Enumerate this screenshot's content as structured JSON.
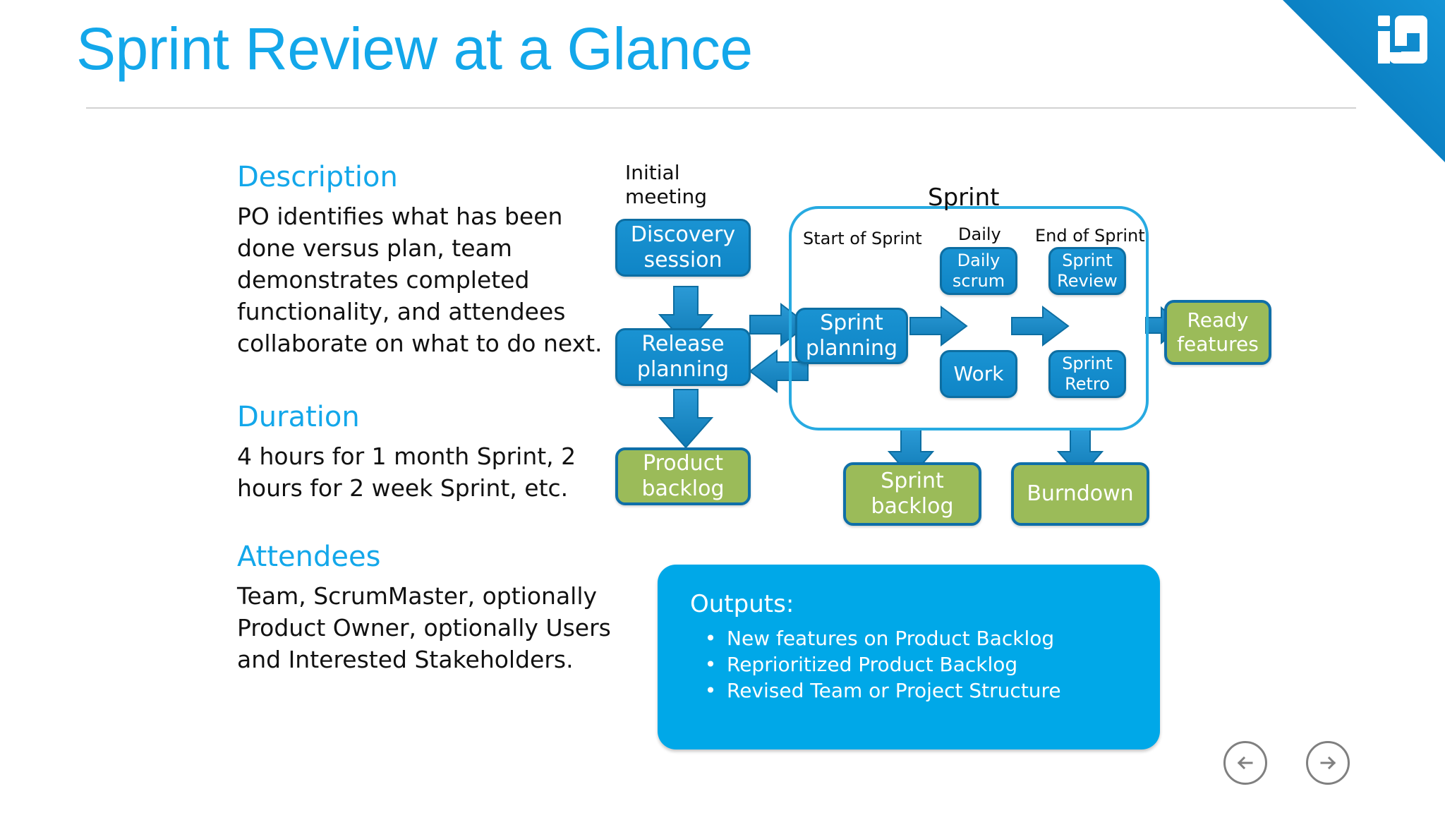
{
  "slide": {
    "title": "Sprint Review at a Glance",
    "accent_color": "#13a7ea",
    "logo_icon": "id-brand-logo-icon"
  },
  "left_column": {
    "sections": [
      {
        "heading": "Description",
        "body": "PO identifies what has been done versus plan, team demonstrates completed functionality, and attendees collaborate on what to do next."
      },
      {
        "heading": "Duration",
        "body": "4 hours for 1 month Sprint, 2 hours for 2 week Sprint, etc."
      },
      {
        "heading": "Attendees",
        "body": "Team, ScrumMaster, optionally Product Owner, optionally Users and Interested Stakeholders."
      }
    ]
  },
  "diagram": {
    "labels": {
      "initial_meeting": "Initial\nmeeting",
      "sprint": "Sprint",
      "start_of_sprint": "Start of Sprint",
      "daily": "Daily",
      "end_of_sprint": "End of Sprint"
    },
    "nodes": {
      "discovery_session": "Discovery\nsession",
      "release_planning": "Release\nplanning",
      "product_backlog": "Product\nbacklog",
      "sprint_planning": "Sprint\nplanning",
      "daily_scrum": "Daily\nscrum",
      "work": "Work",
      "sprint_review": "Sprint\nReview",
      "sprint_retro": "Sprint\nRetro",
      "ready_features": "Ready\nfeatures",
      "sprint_backlog": "Sprint\nbacklog",
      "burndown": "Burndown"
    },
    "colors": {
      "blue_node": "#1189ca",
      "blue_node_border": "#0d6ea2",
      "green_node": "#9bbb59",
      "green_node_border": "#0f6fa8",
      "frame_border": "#27aae1",
      "arrow": "#1b87c4"
    }
  },
  "outputs": {
    "title": "Outputs:",
    "bullet_glyph": "•",
    "items": [
      "New features on Product Backlog",
      "Reprioritized Product Backlog",
      "Revised Team or Project Structure"
    ]
  },
  "nav": {
    "prev_label": "previous-slide",
    "next_label": "next-slide"
  }
}
